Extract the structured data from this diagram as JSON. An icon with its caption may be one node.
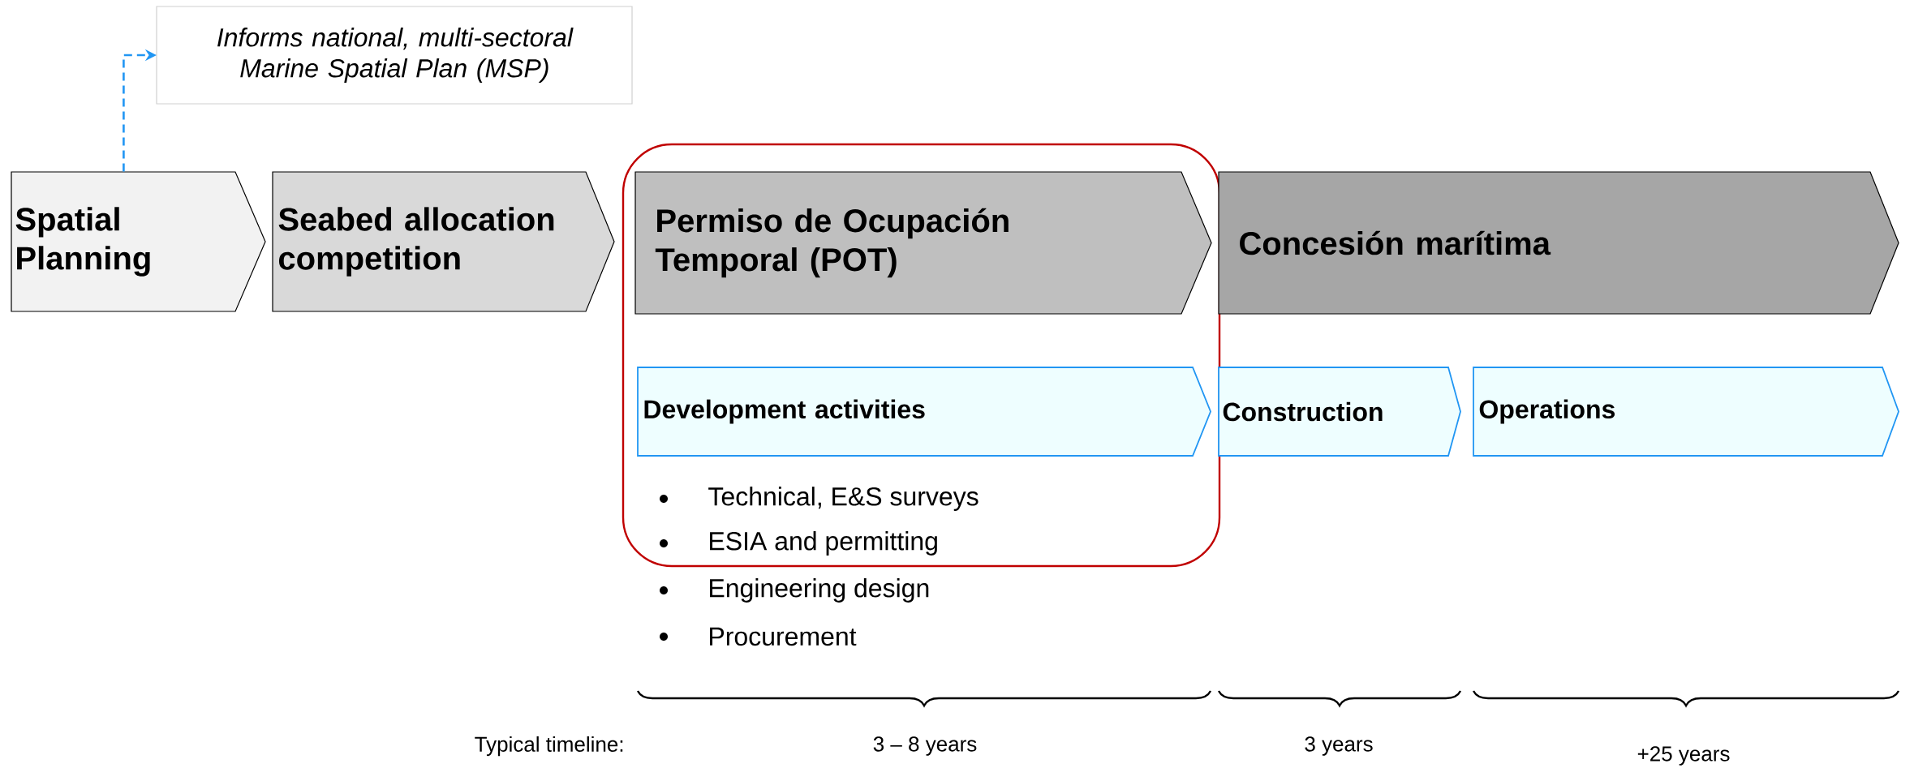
{
  "diagram": {
    "nodes": [
      {
        "text": [
          "Informs national, multi-sectoral Marine Spatial Plan (MSP)"
        ]
      },
      {
        "text": [
          "Spatial Planning"
        ]
      },
      {
        "text": [
          "Seabed allocation competition"
        ]
      },
      {
        "text": [
          "Permiso de Ocupación Temporal (POT)"
        ]
      },
      {
        "text": [
          "Concesión marítima"
        ]
      },
      {
        "text": [
          "Development activities"
        ]
      },
      {
        "text": [
          "Construction"
        ]
      },
      {
        "text": [
          "Operations"
        ]
      }
    ],
    "edges": [
      {
        "from": 1,
        "to": 0,
        "arrow": "to",
        "style": "dashed",
        "color": "#2196f3"
      }
    ],
    "labels": [
      "Technical, E&S surveys",
      "ESIA and permitting",
      "Engineering design",
      "Procurement",
      "Typical timeline:",
      "3 – 8 years",
      "3 years",
      "+25 years"
    ]
  }
}
